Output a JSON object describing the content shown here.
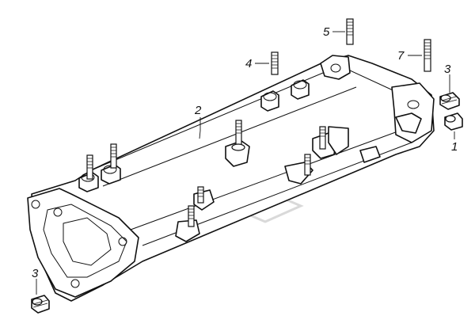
{
  "callouts": [
    {
      "id": "1",
      "text": "1"
    },
    {
      "id": "2",
      "text": "2"
    },
    {
      "id": "3a",
      "text": "3"
    },
    {
      "id": "3b",
      "text": "3"
    },
    {
      "id": "4",
      "text": "4"
    },
    {
      "id": "5",
      "text": "5"
    },
    {
      "id": "7",
      "text": "7"
    }
  ],
  "colors": {
    "line": "#111111",
    "background": "#ffffff",
    "watermark": "#b9b9b9"
  },
  "icons": {
    "watermark": "brand-logo-watermark"
  }
}
